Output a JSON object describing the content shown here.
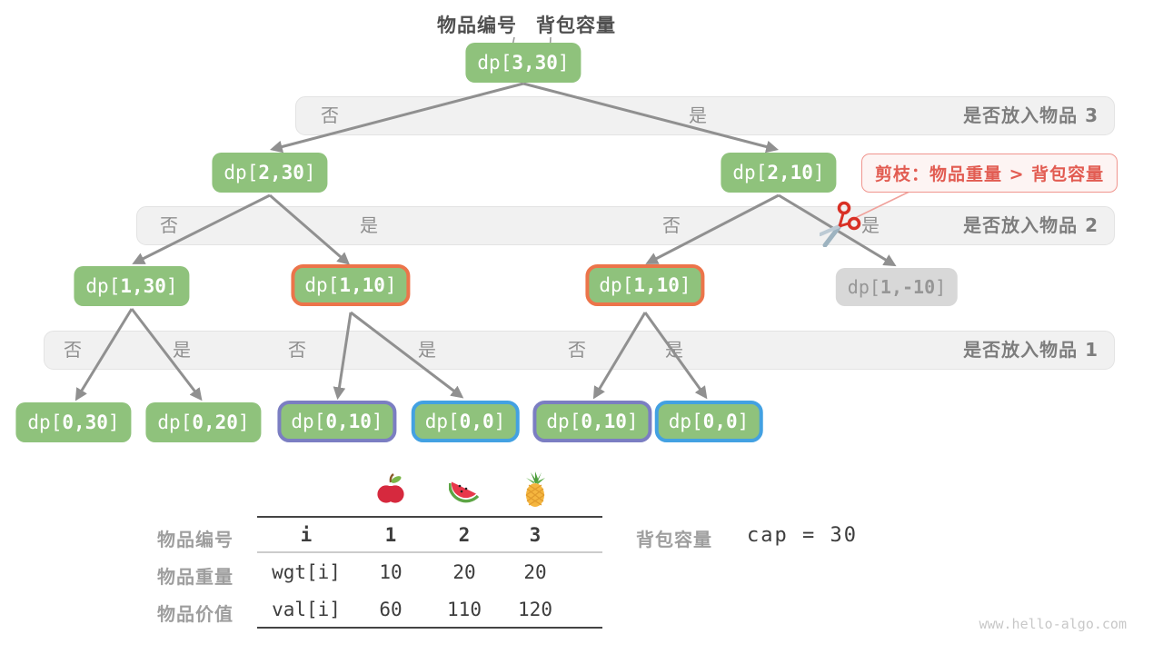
{
  "header": {
    "item_index_label": "物品编号",
    "capacity_label": "背包容量"
  },
  "tree": {
    "nodes": [
      {
        "label": "dp[3,30]"
      },
      {
        "label": "dp[2,30]"
      },
      {
        "label": "dp[2,10]"
      },
      {
        "label": "dp[1,30]"
      },
      {
        "label": "dp[1,10]"
      },
      {
        "label": "dp[1,10]"
      },
      {
        "label": "dp[1,-10]"
      },
      {
        "label": "dp[0,30]"
      },
      {
        "label": "dp[0,20]"
      },
      {
        "label": "dp[0,10]"
      },
      {
        "label": "dp[0,0]"
      },
      {
        "label": "dp[0,10]"
      },
      {
        "label": "dp[0,0]"
      }
    ],
    "bands": [
      {
        "decisions": [
          "否",
          "是"
        ],
        "question": "是否放入物品 3"
      },
      {
        "decisions": [
          "否",
          "是",
          "否",
          "是"
        ],
        "question": "是否放入物品 2"
      },
      {
        "decisions": [
          "否",
          "是",
          "否",
          "是",
          "否",
          "是"
        ],
        "question": "是否放入物品 1"
      }
    ],
    "prune_note": "剪枝：物品重量 > 背包容量"
  },
  "table": {
    "row_headers": [
      "物品编号",
      "物品重量",
      "物品价值"
    ],
    "header_row": [
      "i",
      "1",
      "2",
      "3"
    ],
    "weight_row": [
      "wgt[i]",
      "10",
      "20",
      "20"
    ],
    "value_row": [
      "val[i]",
      "60",
      "110",
      "120"
    ]
  },
  "capacity": {
    "label": "背包容量",
    "value": "cap = 30"
  },
  "watermark": "www.hello-algo.com",
  "icons": {
    "prune": "scissors-icon",
    "fruit_1": "apple-icon",
    "fruit_2": "watermelon-icon",
    "fruit_3": "pineapple-icon"
  },
  "colors": {
    "node_green": "#8fc27c",
    "node_text": "#ffffff",
    "disabled_bg": "#d8d8d8",
    "border_orange": "#ec744a",
    "border_purple": "#7b7ec2",
    "border_blue": "#43a1e2",
    "band_bg": "#f1f1f1",
    "edge_gray": "#909090",
    "prune_red": "#e25c52"
  }
}
